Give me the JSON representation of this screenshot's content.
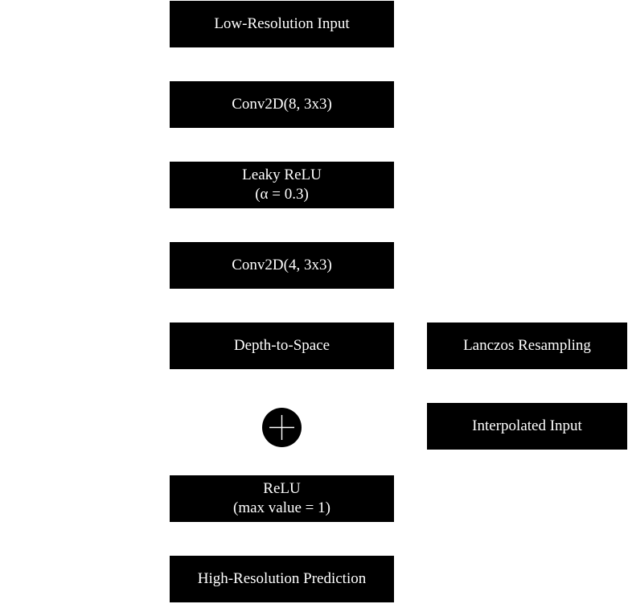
{
  "diagram": {
    "main_path": [
      {
        "id": "low-res-input",
        "lines": [
          "Low-Resolution Input"
        ]
      },
      {
        "id": "conv2d-8",
        "lines": [
          "Conv2D(8, 3x3)"
        ]
      },
      {
        "id": "leaky-relu",
        "lines": [
          "Leaky ReLU",
          "(α = 0.3)"
        ]
      },
      {
        "id": "conv2d-4",
        "lines": [
          "Conv2D(4, 3x3)"
        ]
      },
      {
        "id": "depth-to-space",
        "lines": [
          "Depth-to-Space"
        ]
      },
      {
        "id": "relu",
        "lines": [
          "ReLU",
          "(max value = 1)"
        ]
      },
      {
        "id": "high-res-prediction",
        "lines": [
          "High-Resolution Prediction"
        ]
      }
    ],
    "side_path": [
      {
        "id": "lanczos-resampling",
        "lines": [
          "Lanczos Resampling"
        ]
      },
      {
        "id": "interpolated-input",
        "lines": [
          "Interpolated Input"
        ]
      }
    ],
    "add_node": {
      "icon": "plus-icon",
      "color": "#000000",
      "symbol_color": "#ffffff"
    },
    "colors": {
      "block_fill": "#000000",
      "block_text": "#ffffff",
      "background": "#ffffff"
    }
  }
}
